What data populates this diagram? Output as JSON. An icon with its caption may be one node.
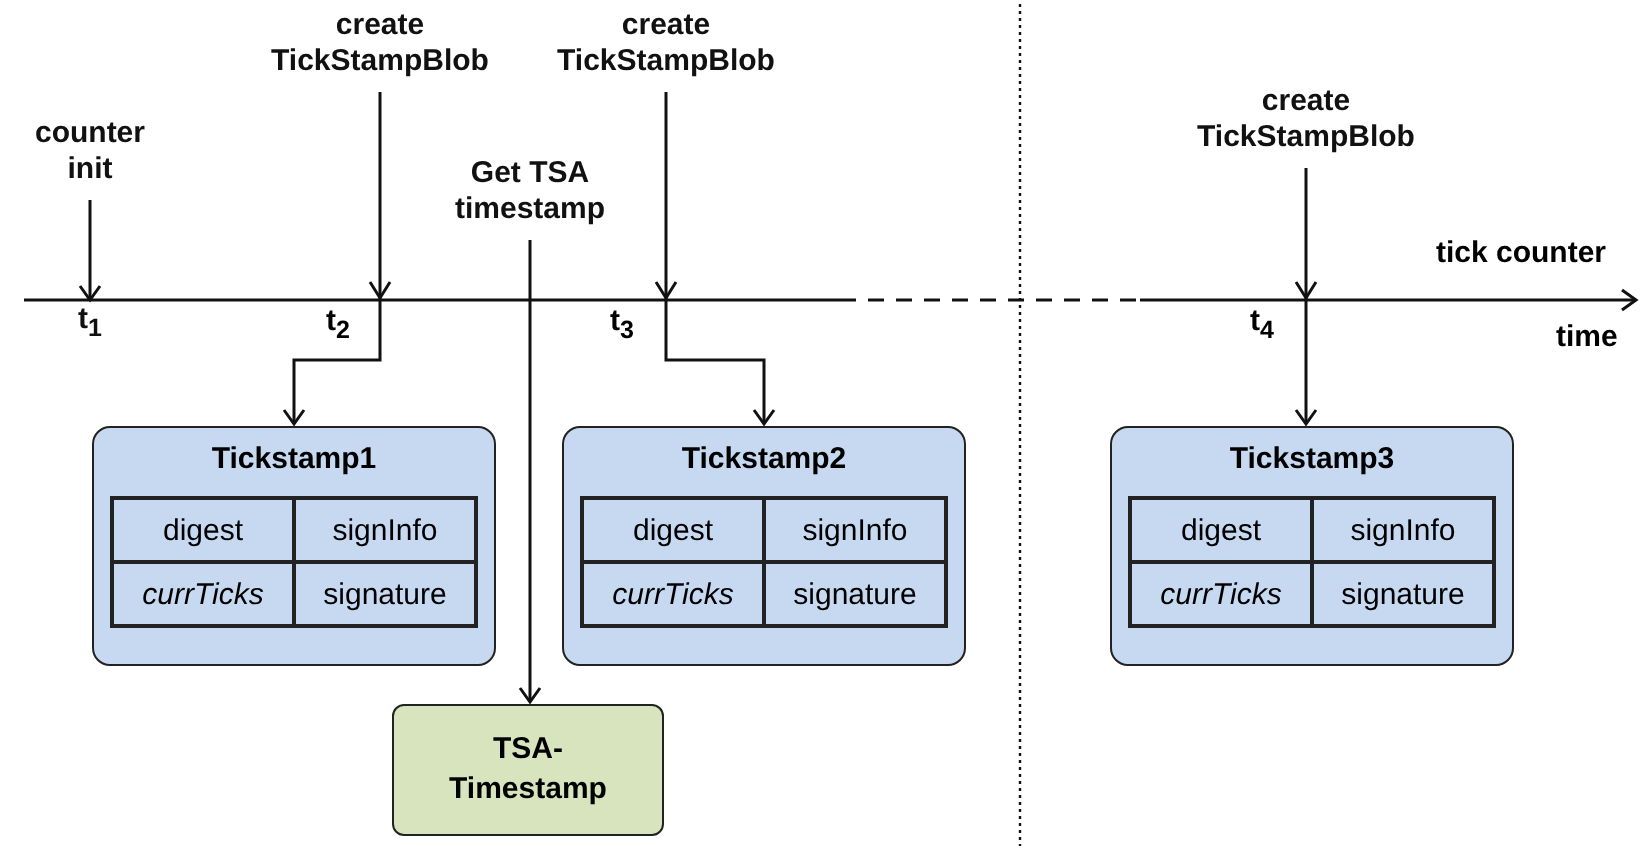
{
  "diagram": {
    "nodes": [
      {
        "text": [
          "counter init"
        ]
      },
      {
        "text": [
          "create TickStampBlob"
        ]
      },
      {
        "text": [
          "Get TSA timestamp"
        ]
      },
      {
        "text": [
          "create TickStampBlob"
        ]
      },
      {
        "text": [
          "create TickStampBlob"
        ]
      },
      {
        "text": [
          "Tickstamp1",
          "digest",
          "signInfo",
          "currTicks",
          "signature"
        ]
      },
      {
        "text": [
          "Tickstamp2",
          "digest",
          "signInfo",
          "currTicks",
          "signature"
        ]
      },
      {
        "text": [
          "TSA-Timestamp"
        ]
      },
      {
        "text": [
          "Tickstamp3",
          "digest",
          "signInfo",
          "currTicks",
          "signature"
        ]
      },
      {
        "text": [
          "t$_{1}$"
        ]
      }
    ],
    "edges": [
      {
        "from": 0,
        "to": 9,
        "arrow": "to"
      },
      {
        "from": 1,
        "to": 5,
        "arrow": "to"
      },
      {
        "from": 2,
        "to": 7,
        "arrow": "to"
      },
      {
        "from": 3,
        "to": 6,
        "arrow": "to"
      },
      {
        "from": 4,
        "to": 8,
        "arrow": "to"
      }
    ],
    "labels": [
      "t$_{2}$",
      "t$_{3}$",
      "t$_{4}$",
      "tick counter",
      "time"
    ]
  }
}
